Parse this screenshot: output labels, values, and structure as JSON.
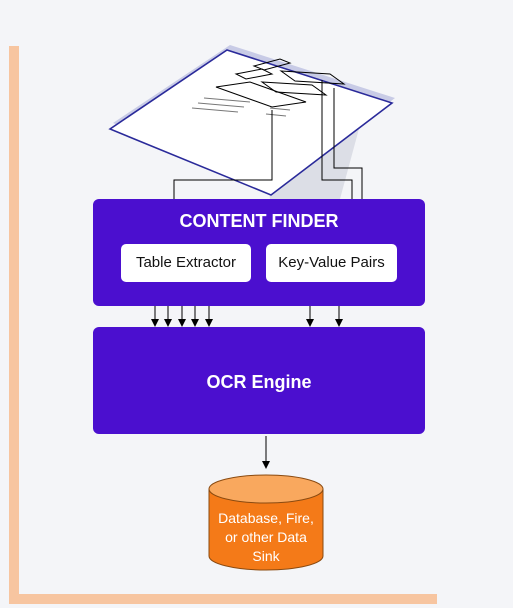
{
  "content_finder": {
    "title": "CONTENT FINDER",
    "table_extractor_label": "Table Extractor",
    "key_value_label": "Key-Value Pairs"
  },
  "ocr_engine": {
    "title": "OCR Engine"
  },
  "data_sink": {
    "label": "Database, Fire, or other Data Sink"
  },
  "colors": {
    "panel": "#4b0fcf",
    "frame": "#f7c5a0",
    "cylinder": "#f47a18",
    "cylinder_top": "#f9a85e",
    "document": "#ffffff",
    "document_border": "#2a2a9a",
    "connector": "#000000"
  }
}
